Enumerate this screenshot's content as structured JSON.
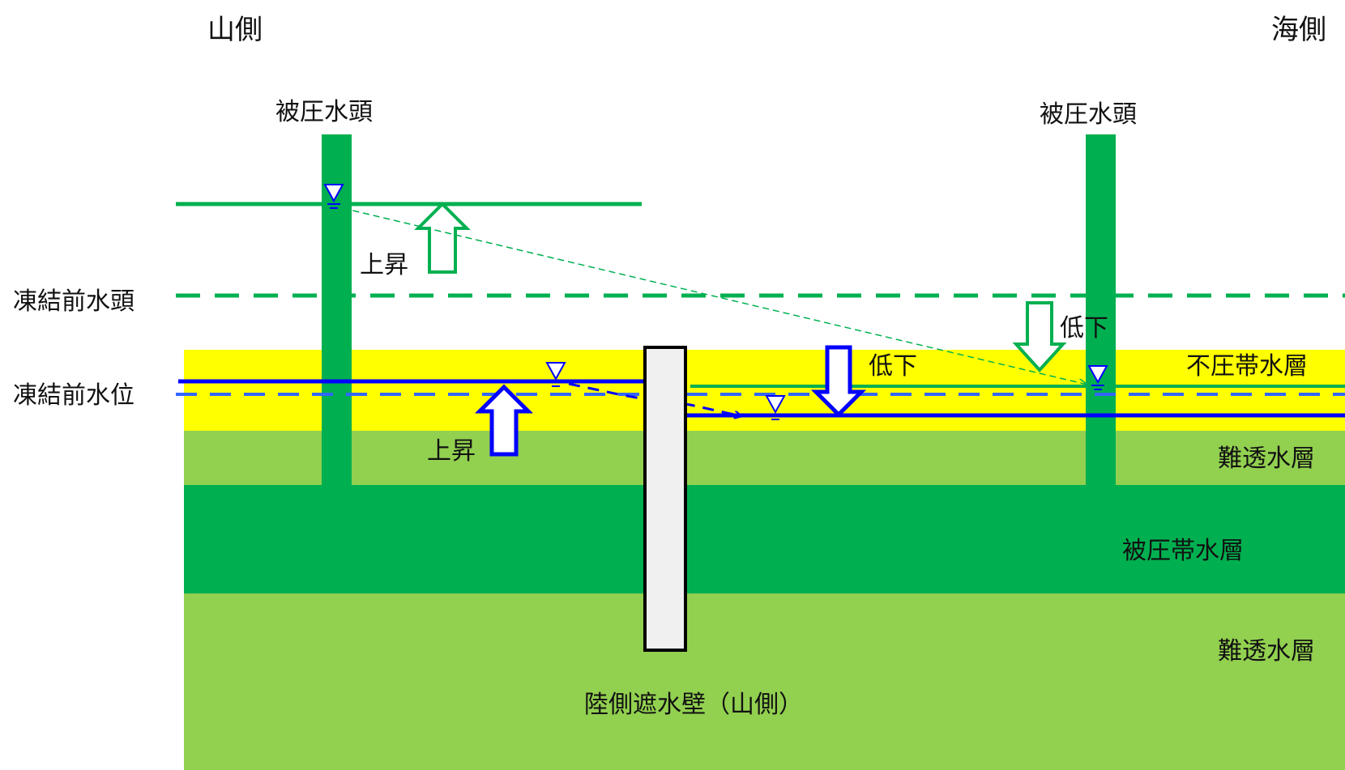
{
  "side_labels": {
    "mountain": "山側",
    "sea": "海側"
  },
  "heads": {
    "left": "被圧水頭",
    "right": "被圧水頭"
  },
  "reference_levels": {
    "pre_freeze_head": "凍結前水頭",
    "pre_freeze_water_level": "凍結前水位"
  },
  "changes": {
    "left_head_change": "上昇",
    "left_water_change": "上昇",
    "right_water_change": "低下",
    "right_head_change": "低下"
  },
  "layers": {
    "unconfined_aquifer": "不圧帯水層",
    "aquitard_upper": "難透水層",
    "confined_aquifer": "被圧帯水層",
    "aquitard_lower": "難透水層"
  },
  "wall_label": "陸側遮水壁（山側）",
  "colors": {
    "unconfined_aquifer": "#ffff00",
    "aquitard": "#92d050",
    "confined_aquifer": "#00b050",
    "water_level": "#0000ff",
    "pre_freeze_level": "#3366ff",
    "head_line": "#00b050",
    "wall_fill": "#f0f0f0"
  }
}
